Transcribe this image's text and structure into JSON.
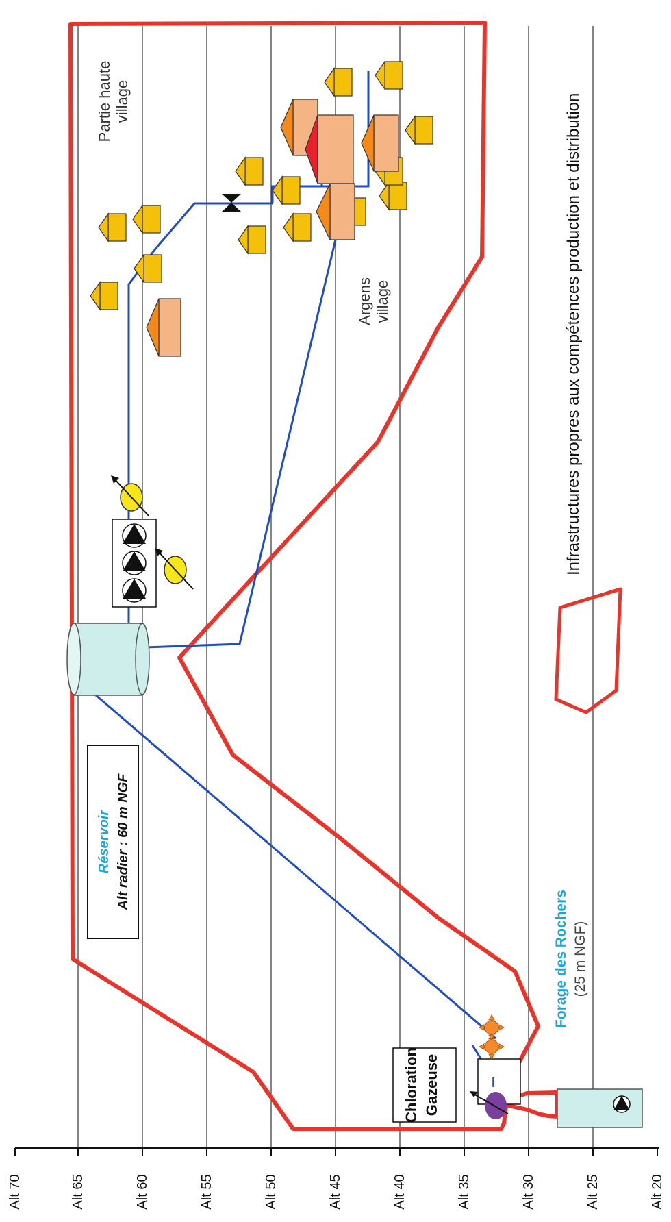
{
  "axis": {
    "ticks": [
      "Alt 20",
      "Alt 25",
      "Alt 30",
      "Alt 35",
      "Alt 40",
      "Alt 45",
      "Alt 50",
      "Alt 55",
      "Alt 60",
      "Alt 65",
      "Alt 70"
    ]
  },
  "labels": {
    "infrastructure_legend": "Infrastructures propres aux compétences production et distribution",
    "reservoir_title": "Réservoir",
    "reservoir_altitude": "Alt radier : 60 m NGF",
    "forage_title": "Forage des Rochers",
    "forage_altitude": "(25 m NGF)",
    "chloration_line1": "Chloration",
    "chloration_line2": "Gazeuse",
    "minus_sign": "–",
    "argens_line1": "Argens",
    "argens_line2": "village",
    "partie_line1": "Partie haute",
    "partie_line2": "village"
  },
  "colors": {
    "boundary_red": "#e8342a",
    "pipe_blue": "#1f4fbf",
    "reservoir_fill": "#cdeeea",
    "house_yellow": "#f5c00a",
    "house_orange": "#f28a1c",
    "house_body": "#f4b483",
    "valve_yellow": "#f7e61a",
    "title_cyan": "#1aa6d8",
    "chlor_purple": "#7b3f9e",
    "sun_orange": "#f58a2a"
  }
}
